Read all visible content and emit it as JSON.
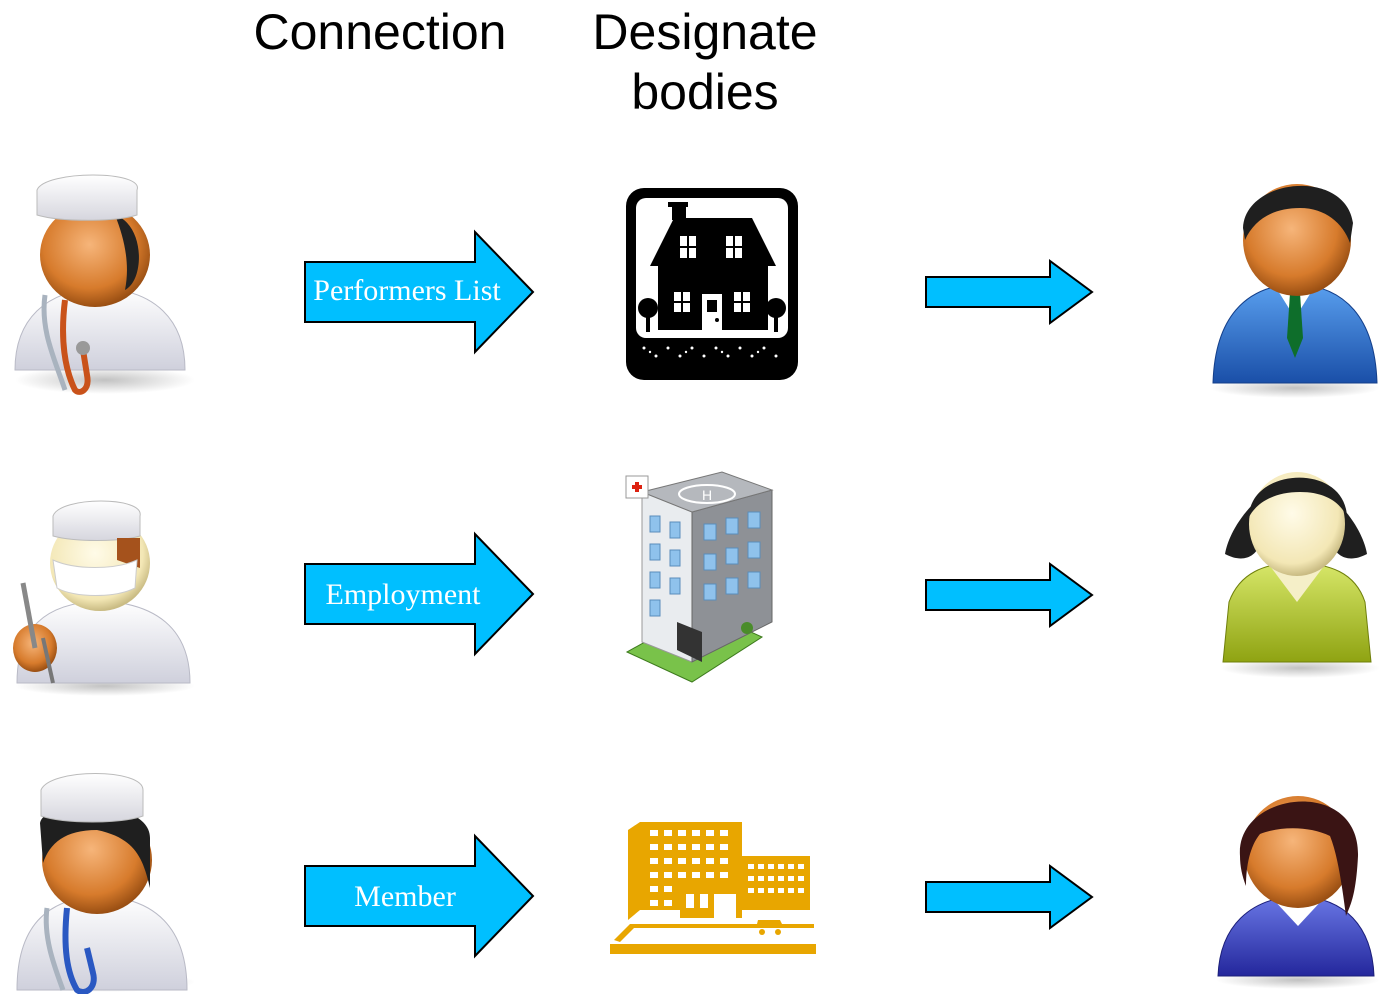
{
  "headers": {
    "connection": "Connection",
    "designate_line1": "Designate",
    "designate_line2": "bodies"
  },
  "rows": [
    {
      "connection_label": "Performers  List",
      "left_person": "doctor-stethoscope-icon",
      "building": "house-icon",
      "right_person": "businessman-icon"
    },
    {
      "connection_label": "Employment",
      "left_person": "surgeon-icon",
      "building": "hospital-tower-icon",
      "right_person": "woman-icon"
    },
    {
      "connection_label": "Member",
      "left_person": "doctor-blue-stethoscope-icon",
      "building": "hospital-complex-icon",
      "right_person": "woman-dark-hair-icon"
    }
  ],
  "colors": {
    "arrow_fill": "#00BFFF",
    "arrow_stroke": "#000000",
    "complex_gold": "#E8A600"
  }
}
